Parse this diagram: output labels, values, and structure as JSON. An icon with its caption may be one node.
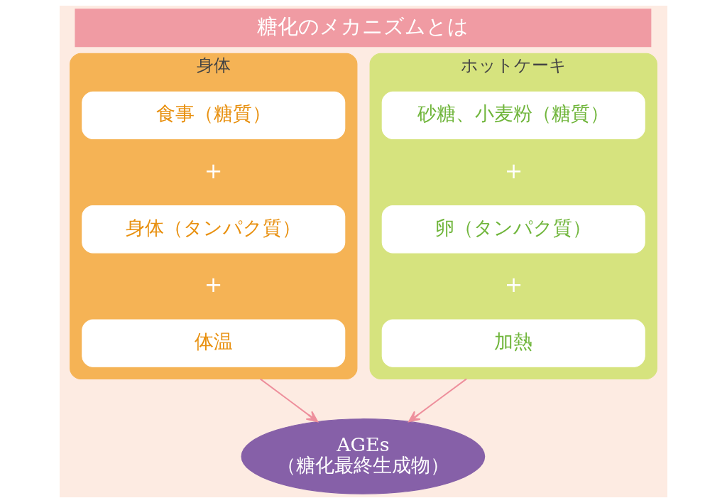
{
  "diagram": {
    "nodes": [
      {
        "text": [
          "糖化のメカニズムとは"
        ]
      },
      {
        "text": [
          "身体"
        ]
      },
      {
        "text": [
          "食事（糖質）"
        ],
        "in": 1
      },
      {
        "text": [
          "身体（タンパク質）"
        ],
        "in": 1
      },
      {
        "text": [
          "体温"
        ],
        "in": 1
      },
      {
        "text": [
          "ホットケーキ"
        ]
      },
      {
        "text": [
          "砂糖、小麦粉（糖質）"
        ],
        "in": 5
      },
      {
        "text": [
          "卵（タンパク質）"
        ],
        "in": 5
      },
      {
        "text": [
          "加熱"
        ],
        "in": 5
      },
      {
        "text": [
          "AGEs",
          "（糖化最終生成物）"
        ]
      }
    ],
    "edges": [
      {
        "from": 1,
        "to": 9,
        "arrow": "to"
      },
      {
        "from": 5,
        "to": 9,
        "arrow": "to"
      }
    ],
    "labels": [
      "＋",
      "＋",
      "＋",
      "＋"
    ]
  }
}
